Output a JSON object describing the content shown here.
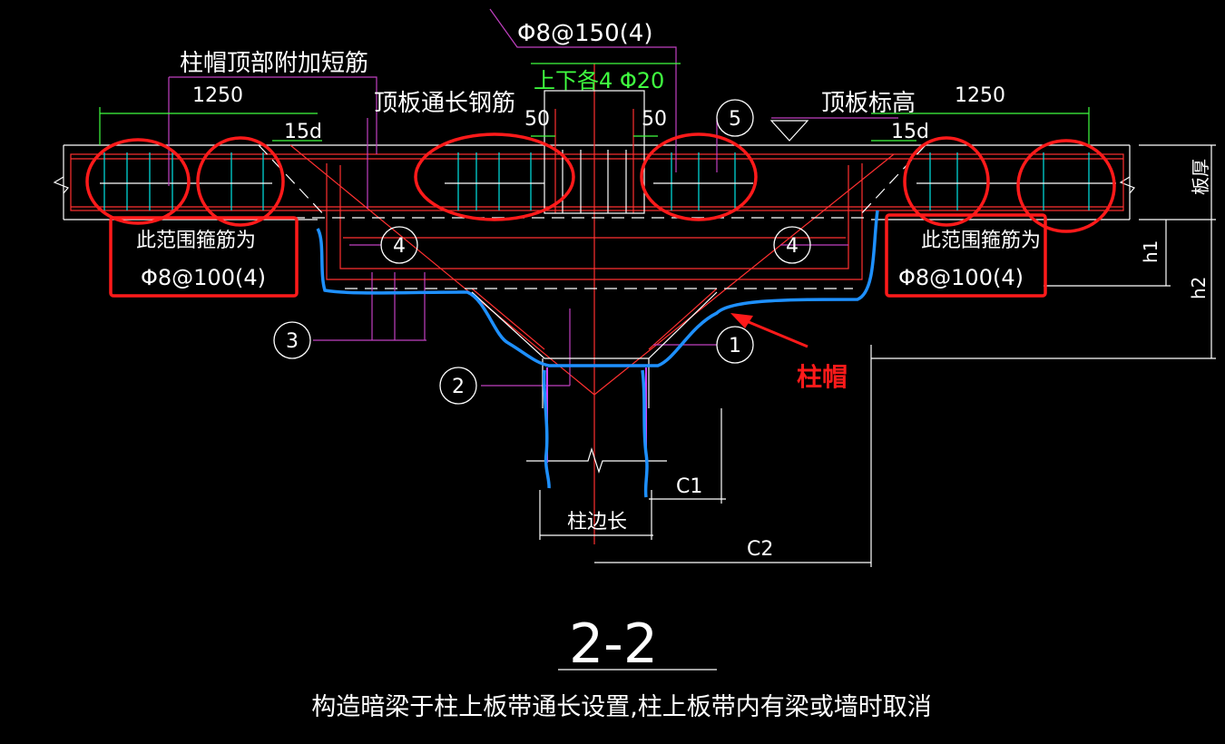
{
  "labels": {
    "top_stirrup_spec": "Φ8@150(4)",
    "top_bottom_bars": "上下各4 Φ20",
    "cap_top_short_bars": "柱帽顶部附加短筋",
    "top_slab_through_bars": "顶板通长钢筋",
    "top_slab_elevation": "顶板标高",
    "dim_1250_left": "1250",
    "dim_1250_right": "1250",
    "dim_15d_left": "15d",
    "dim_15d_right": "15d",
    "dim_50_left": "50",
    "dim_50_right": "50",
    "slab_thickness": "板厚",
    "h1": "h1",
    "h2": "h2",
    "column_side_length": "柱边长",
    "c1": "C1",
    "c2": "C2",
    "section_title": "2-2",
    "section_note": "构造暗梁于柱上板带通长设置,柱上板带内有梁或墙时取消"
  },
  "annotations": {
    "left_box_line1": "此范围箍筋为",
    "left_box_line2": "Φ8@100(4)",
    "right_box_line1": "此范围箍筋为",
    "right_box_line2": "Φ8@100(4)",
    "column_cap": "柱帽"
  },
  "callouts": {
    "c1": "1",
    "c2": "2",
    "c3": "3",
    "c4_left": "4",
    "c4_right": "4",
    "c5": "5"
  },
  "colors": {
    "background": "#000000",
    "linework": "#ffffff",
    "rebar": "#ff3030",
    "stirrup": "#00e5e5",
    "leader": "#c040c0",
    "dimension": "#40ff40",
    "markup_red": "#ff1a1a",
    "markup_blue": "#1e90ff",
    "column_edge": "#d040ff"
  }
}
